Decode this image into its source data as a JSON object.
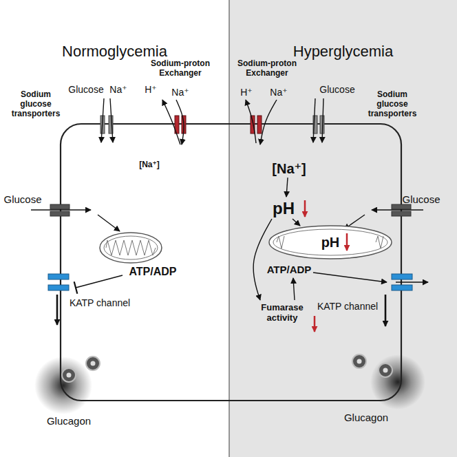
{
  "diagram": {
    "nodes": [
      {
        "text": [
          "Normoglycemia"
        ]
      },
      {
        "text": [
          "Hyperglycemia"
        ]
      },
      {
        "text": [
          "pH"
        ],
        "in": 1
      }
    ],
    "labels": [
      "Sodium glucose transporters",
      "Glucose",
      "Na⁺",
      "H⁺",
      "Na⁺",
      "Sodium-proton Exchanger",
      "[Na⁺]",
      "Glucose",
      "ATP/ADP",
      "KATP channel",
      "Glucagon",
      "Sodium-proton Exchanger",
      "H⁺",
      "Na⁺",
      "Glucose",
      "Sodium glucose transporters",
      "[Na⁺]",
      "pH",
      "Glucose",
      "ATP/ADP",
      "Fumarase activity",
      "KATP channel",
      "Glucagon"
    ]
  }
}
